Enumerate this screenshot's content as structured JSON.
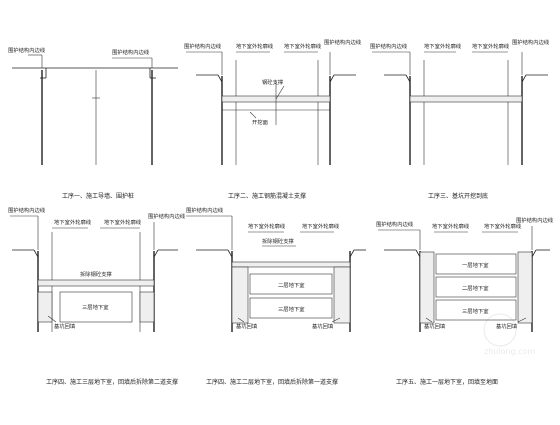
{
  "panels": [
    {
      "caption": "工序一、施工导墙、围护桩",
      "labels": [
        "围护结构内边线",
        "围护结构内边线"
      ]
    },
    {
      "caption": "工序二、施工钢筋混凝土支撑",
      "labels": [
        "围护结构内边线",
        "地下室外轮廓线",
        "地下室外轮廓线",
        "围护结构内边线",
        "钢砼支撑",
        "开挖面"
      ]
    },
    {
      "caption": "工序三、基坑开挖到底",
      "labels": [
        "围护结构内边线",
        "地下室外轮廓线",
        "地下室外轮廓线",
        "围护结构内边线"
      ]
    },
    {
      "caption": "工序四、施工三层地下室，回填后拆除第二道支撑",
      "labels": [
        "围护结构内边线",
        "地下室外轮廓线",
        "地下室外轮廓线",
        "围护结构内边线",
        "拆除钢砼支撑",
        "三层地下室",
        "基坑回填"
      ]
    },
    {
      "caption": "工序四、施工二层地下室，回填后拆除第一道支撑",
      "labels": [
        "围护结构内边线",
        "地下室外轮廓线",
        "拆除钢砼支撑",
        "地下室外轮廓线",
        "二层地下室",
        "三层地下室",
        "基坑回填",
        "基坑回填"
      ]
    },
    {
      "caption": "工序五、施工一层地下室，回填至地面",
      "labels": [
        "围护结构内边线",
        "地下室外轮廓线",
        "地下室外轮廓线",
        "围护结构内边线",
        "一层地下室",
        "二层地下室",
        "三层地下室",
        "基坑回填",
        "基坑回填"
      ]
    }
  ],
  "watermark": "zhulong.com"
}
